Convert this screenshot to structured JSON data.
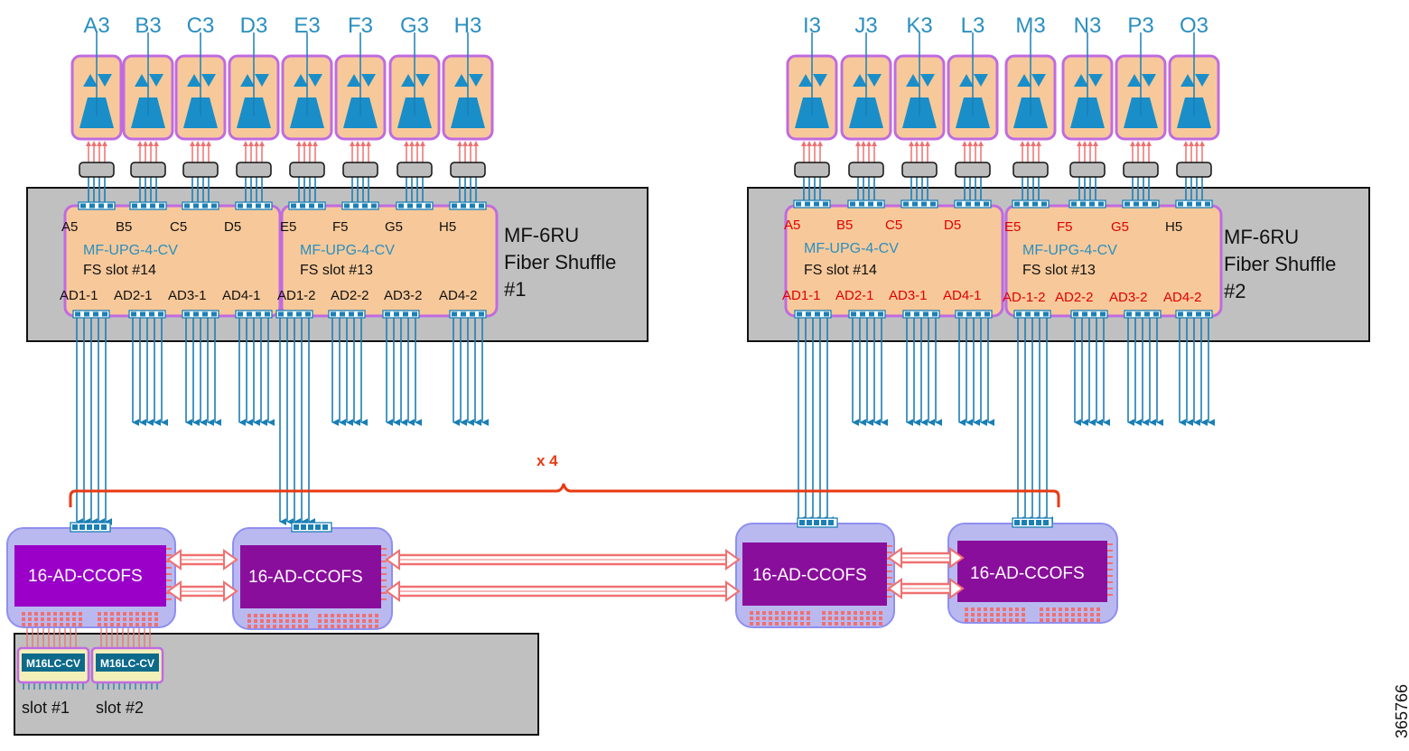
{
  "colors": {
    "card_fill": "#f7c99a",
    "card_border": "#c06be0",
    "triangle": "#1a8ec8",
    "fiber": "#1a7fb5",
    "chassis": "#c0c0c0",
    "pink_link": "#f07070",
    "ad_module": "#8a0e9c",
    "ad_module_light": "#9a00c8",
    "ad_halo": "#b9b9f0",
    "bracket": "#e83a12",
    "m16": "#0d6a8a",
    "red_label": "#e00000",
    "blue_label": "#2a8fc0"
  },
  "units_top_left": [
    "A3",
    "B3",
    "C3",
    "D3",
    "E3",
    "F3",
    "G3",
    "H3"
  ],
  "units_top_right": [
    "I3",
    "J3",
    "K3",
    "L3",
    "M3",
    "N3",
    "P3",
    "O3"
  ],
  "shuffle1": {
    "title_lines": [
      "MF-6RU",
      "Fiber Shuffle",
      "#1"
    ],
    "cards": [
      {
        "model": "MF-UPG-4-CV",
        "slot": "FS slot #14",
        "top_ports": [
          "A5",
          "B5",
          "C5",
          "D5"
        ],
        "bottom_ports": [
          "AD1-1",
          "AD2-1",
          "AD3-1",
          "AD4-1"
        ]
      },
      {
        "model": "MF-UPG-4-CV",
        "slot": "FS slot #13",
        "top_ports": [
          "E5",
          "F5",
          "G5",
          "H5"
        ],
        "bottom_ports": [
          "AD1-2",
          "AD2-2",
          "AD3-2",
          "AD4-2"
        ]
      }
    ]
  },
  "shuffle2": {
    "title_lines": [
      "MF-6RU",
      "Fiber Shuffle",
      "#2"
    ],
    "cards": [
      {
        "model": "MF-UPG-4-CV",
        "slot": "FS slot #14",
        "top_ports": [
          "A5",
          "B5",
          "C5",
          "D5"
        ],
        "bottom_ports": [
          "AD1-1",
          "AD2-1",
          "AD3-1",
          "AD4-1"
        ]
      },
      {
        "model": "MF-UPG-4-CV",
        "slot": "FS slot #13",
        "top_ports": [
          "E5",
          "F5",
          "G5",
          "H5"
        ],
        "bottom_ports": [
          "AD-1-2",
          "AD2-2",
          "AD3-2",
          "AD4-2"
        ]
      }
    ]
  },
  "multiplier": "x 4",
  "ad_modules": [
    "16-AD-CCOFS",
    "16-AD-CCOFS",
    "16-AD-CCOFS",
    "16-AD-CCOFS"
  ],
  "m16_modules": [
    {
      "label": "M16LC-CV",
      "slot": "slot #1"
    },
    {
      "label": "M16LC-CV",
      "slot": "slot #2"
    }
  ],
  "figure_id": "365766"
}
